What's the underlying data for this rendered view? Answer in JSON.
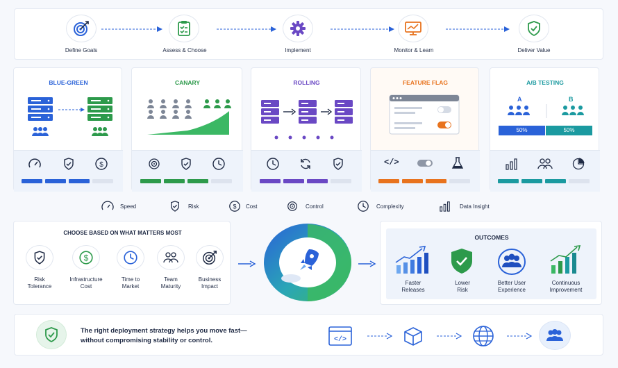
{
  "process": {
    "steps": [
      "Define Goals",
      "Assess & Choose",
      "Implement",
      "Monitor & Learn",
      "Deliver Value"
    ]
  },
  "strategies": [
    {
      "name": "BLUE-GREEN",
      "color": "#2a62d8"
    },
    {
      "name": "CANARY",
      "color": "#2d9a4b"
    },
    {
      "name": "ROLLING",
      "color": "#6a48c4"
    },
    {
      "name": "FEATURE FLAG",
      "color": "#e8731e"
    },
    {
      "name": "A/B TESTING",
      "color": "#1b9aa0"
    }
  ],
  "ab": {
    "a_label": "A",
    "b_label": "B",
    "a_value": "50%",
    "b_value": "50%"
  },
  "legend": [
    "Speed",
    "Risk",
    "Cost",
    "Control",
    "Complexity",
    "Data Insight"
  ],
  "choose": {
    "title": "CHOOSE BASED ON WHAT MATTERS MOST",
    "factors": [
      "Risk\nTolerance",
      "Infrastructure\nCost",
      "Time to\nMarket",
      "Team\nMaturity",
      "Business\nImpact"
    ]
  },
  "outcomes": {
    "title": "OUTCOMES",
    "items": [
      "Faster\nReleases",
      "Lower\nRisk",
      "Better User\nExperience",
      "Continuous\nImprovement"
    ]
  },
  "footer": {
    "message_line1": "The right deployment strategy helps you move fast—",
    "message_line2": "without compromising stability or control."
  },
  "colors": {
    "blue": "#2a62d8",
    "green": "#2d9a4b",
    "purple": "#6a48c4",
    "orange": "#e8731e",
    "teal": "#1b9aa0",
    "navy": "#1f2a44"
  }
}
